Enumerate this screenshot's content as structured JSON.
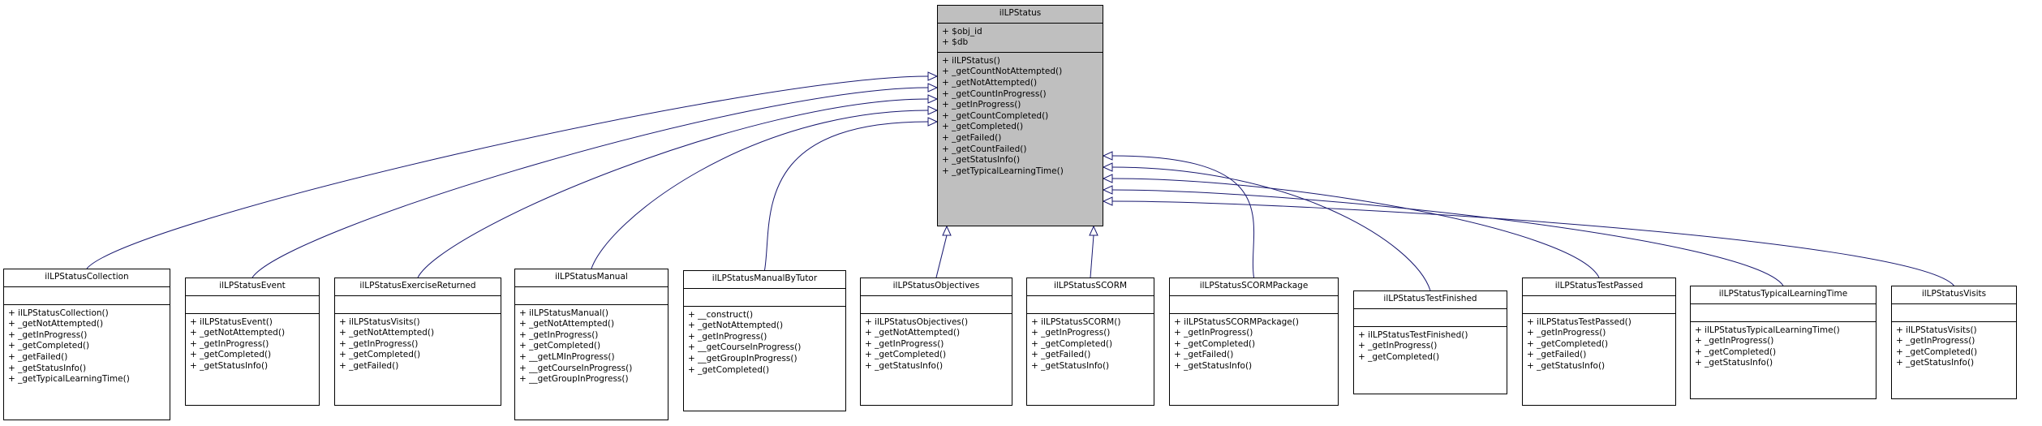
{
  "colors": {
    "edge": "#191970",
    "focus_fill": "#bfbfbf",
    "box_border": "#000000"
  },
  "base": {
    "name": "ilLPStatus",
    "attributes": [
      "+ $obj_id",
      "+ $db"
    ],
    "methods": [
      "+ ilLPStatus()",
      "+ _getCountNotAttempted()",
      "+ _getNotAttempted()",
      "+ _getCountInProgress()",
      "+ _getInProgress()",
      "+ _getCountCompleted()",
      "+ _getCompleted()",
      "+ _getFailed()",
      "+ _getCountFailed()",
      "+ _getStatusInfo()",
      "+ _getTypicalLearningTime()"
    ]
  },
  "children": [
    {
      "name": "ilLPStatusCollection",
      "attributes": [],
      "methods": [
        "+ ilLPStatusCollection()",
        "+ _getNotAttempted()",
        "+ _getInProgress()",
        "+ _getCompleted()",
        "+ _getFailed()",
        "+ _getStatusInfo()",
        "+ _getTypicalLearningTime()"
      ]
    },
    {
      "name": "ilLPStatusEvent",
      "attributes": [],
      "methods": [
        "+ ilLPStatusEvent()",
        "+ _getNotAttempted()",
        "+ _getInProgress()",
        "+ _getCompleted()",
        "+ _getStatusInfo()"
      ]
    },
    {
      "name": "ilLPStatusExerciseReturned",
      "attributes": [],
      "methods": [
        "+ ilLPStatusVisits()",
        "+ _getNotAttempted()",
        "+ _getInProgress()",
        "+ _getCompleted()",
        "+ _getFailed()"
      ]
    },
    {
      "name": "ilLPStatusManual",
      "attributes": [],
      "methods": [
        "+ ilLPStatusManual()",
        "+ _getNotAttempted()",
        "+ _getInProgress()",
        "+ _getCompleted()",
        "+ __getLMInProgress()",
        "+ __getCourseInProgress()",
        "+ __getGroupInProgress()"
      ]
    },
    {
      "name": "ilLPStatusManualByTutor",
      "attributes": [],
      "methods": [
        "+ __construct()",
        "+ _getNotAttempted()",
        "+ _getInProgress()",
        "+ __getCourseInProgress()",
        "+ __getGroupInProgress()",
        "+ _getCompleted()"
      ]
    },
    {
      "name": "ilLPStatusObjectives",
      "attributes": [],
      "methods": [
        "+ ilLPStatusObjectives()",
        "+ _getNotAttempted()",
        "+ _getInProgress()",
        "+ _getCompleted()",
        "+ _getStatusInfo()"
      ]
    },
    {
      "name": "ilLPStatusSCORM",
      "attributes": [],
      "methods": [
        "+ ilLPStatusSCORM()",
        "+ _getInProgress()",
        "+ _getCompleted()",
        "+ _getFailed()",
        "+ _getStatusInfo()"
      ]
    },
    {
      "name": "ilLPStatusSCORMPackage",
      "attributes": [],
      "methods": [
        "+ ilLPStatusSCORMPackage()",
        "+ _getInProgress()",
        "+ _getCompleted()",
        "+ _getFailed()",
        "+ _getStatusInfo()"
      ]
    },
    {
      "name": "ilLPStatusTestFinished",
      "attributes": [],
      "methods": [
        "+ ilLPStatusTestFinished()",
        "+ _getInProgress()",
        "+ _getCompleted()"
      ]
    },
    {
      "name": "ilLPStatusTestPassed",
      "attributes": [],
      "methods": [
        "+ ilLPStatusTestPassed()",
        "+ _getInProgress()",
        "+ _getCompleted()",
        "+ _getFailed()",
        "+ _getStatusInfo()"
      ]
    },
    {
      "name": "ilLPStatusTypicalLearningTime",
      "attributes": [],
      "methods": [
        "+ ilLPStatusTypicalLearningTime()",
        "+ _getInProgress()",
        "+ _getCompleted()",
        "+ _getStatusInfo()"
      ]
    },
    {
      "name": "ilLPStatusVisits",
      "attributes": [],
      "methods": [
        "+ ilLPStatusVisits()",
        "+ _getInProgress()",
        "+ _getCompleted()",
        "+ _getStatusInfo()"
      ]
    }
  ]
}
